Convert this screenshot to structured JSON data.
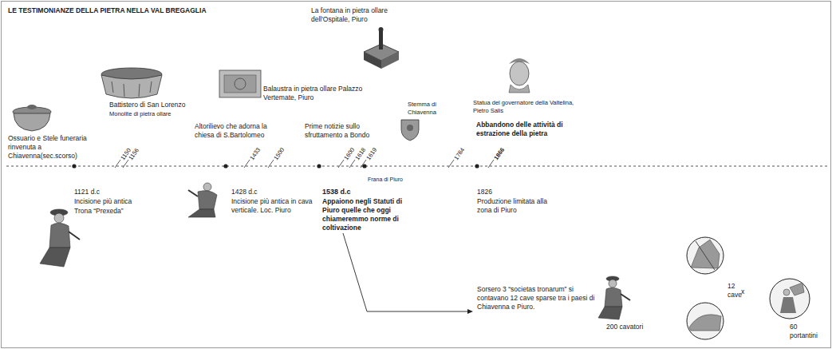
{
  "diagram": {
    "title": "LE TESTIMONIANZE DELLA PIETRA NELLA VAL BREGAGLIA",
    "labels": [
      "La fontana in pietra ollare dell'Ospitale, Piuro",
      "Balaustra in pietra ollare Palazzo Vertemate, Piuro",
      "Battistero di San Lorenzo",
      "Monolite di pietra ollare",
      "Statua del governatore della Valtelina, Pietro Salis",
      "Stemma di Chiavenna",
      "Ossuario e Stele funeraria rinvenuta a Chiavenna(sec.scorso)",
      "Altorilievo che adorna la chiesa di S.Bartolomeo",
      "Prime notizie sullo sfruttamento a Bondo",
      "Abbandono delle attività di estrazione della pietra",
      "1150",
      "1156",
      "1433",
      "1500",
      "1600",
      "1618",
      "1619",
      "1784",
      "1866",
      "1121 d.c",
      "Incisione più antica",
      "Trona “Prexeda”",
      "1428 d.c",
      "Incisione più antica in cava verticale. Loc. Piuro",
      "Frana di Piuro",
      "1538 d.c",
      "Appaiono negli Statuti di Piuro quelle che oggi chiameremmo norme di coltivazione",
      "1826",
      "Produzione limitata alla zona di Piuro",
      "Sorsero 3 “societas tronarum” si contavano 12 cave sparse tra i paesi di Chiavenna e Piuro.",
      "200 cavatori",
      "12 cave",
      "x",
      "60 portantini"
    ]
  }
}
